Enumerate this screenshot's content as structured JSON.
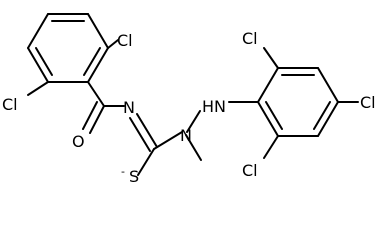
{
  "structure": {
    "atoms": {
      "cl_top_left_ring": "Cl",
      "cl_bottom_left_ring": "Cl",
      "carbonyl_oxygen": "O",
      "imine_nitrogen": "N",
      "hydrazine_nh": "HN",
      "hydrazine_n_methyl": "N",
      "thiolate_sulfur": "S",
      "thiolate_charge": "-",
      "cl_right_ring_top": "Cl",
      "cl_right_ring_para": "Cl",
      "cl_right_ring_bottom": "Cl"
    }
  }
}
